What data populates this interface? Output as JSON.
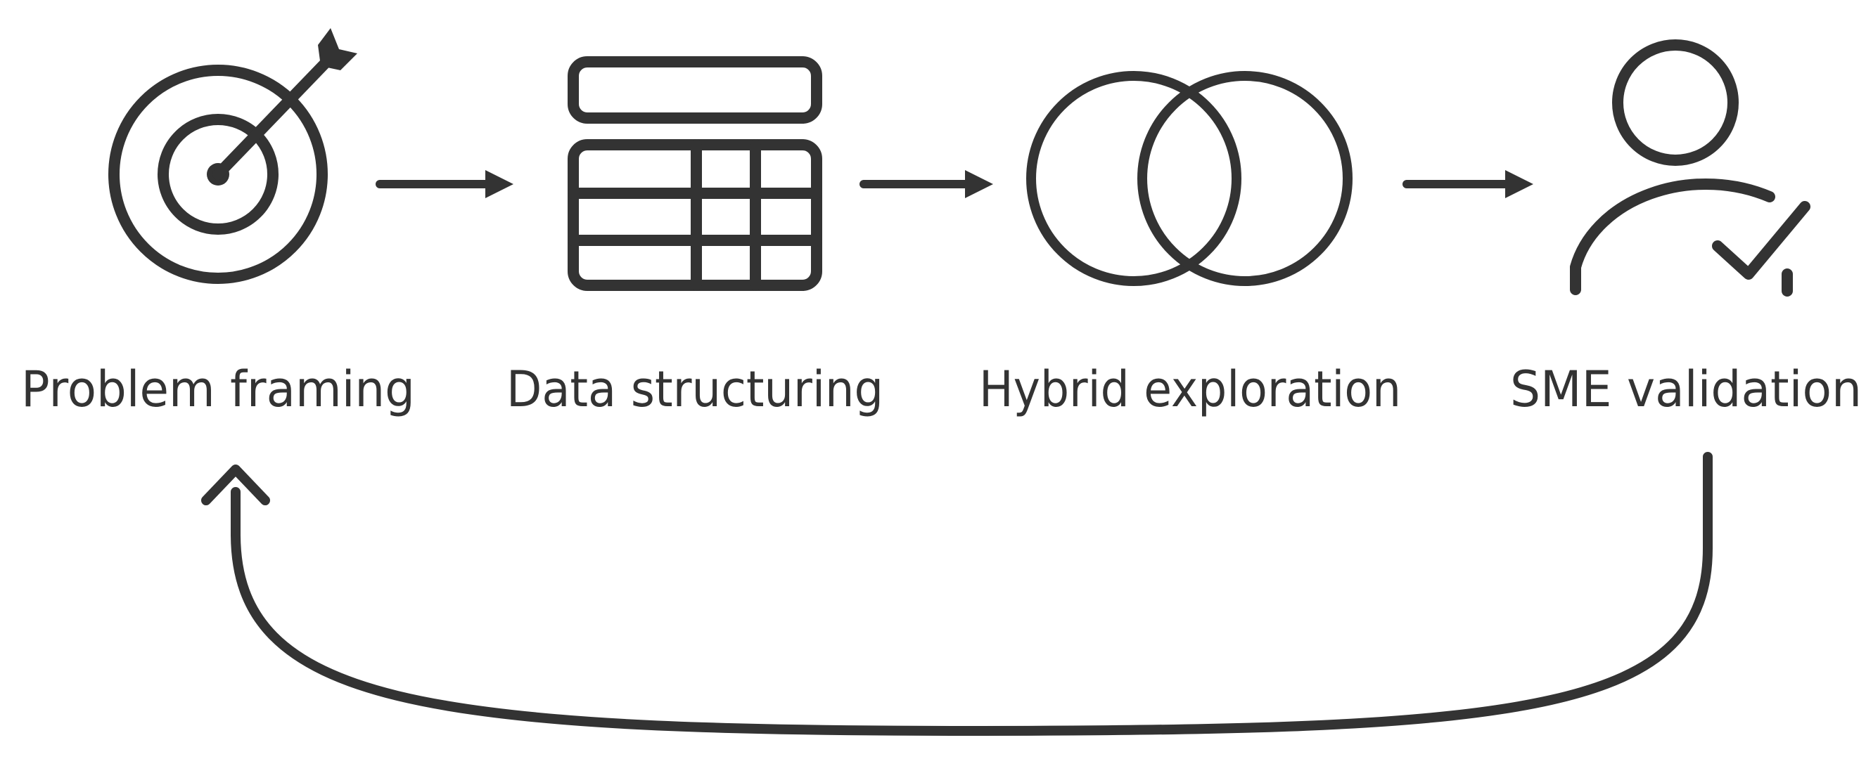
{
  "diagram": {
    "stroke_color": "#333333",
    "background": "#ffffff",
    "stages": [
      {
        "id": "problem-framing",
        "label": "Problem framing",
        "icon": "target-arrow-icon"
      },
      {
        "id": "data-structuring",
        "label": "Data structuring",
        "icon": "table-icon"
      },
      {
        "id": "hybrid-exploration",
        "label": "Hybrid exploration",
        "icon": "overlapping-circles-icon"
      },
      {
        "id": "sme-validation",
        "label": "SME validation",
        "icon": "user-check-icon"
      }
    ],
    "flow": [
      {
        "from": "problem-framing",
        "to": "data-structuring"
      },
      {
        "from": "data-structuring",
        "to": "hybrid-exploration"
      },
      {
        "from": "hybrid-exploration",
        "to": "sme-validation"
      },
      {
        "from": "sme-validation",
        "to": "problem-framing",
        "kind": "feedback-loop"
      }
    ]
  }
}
